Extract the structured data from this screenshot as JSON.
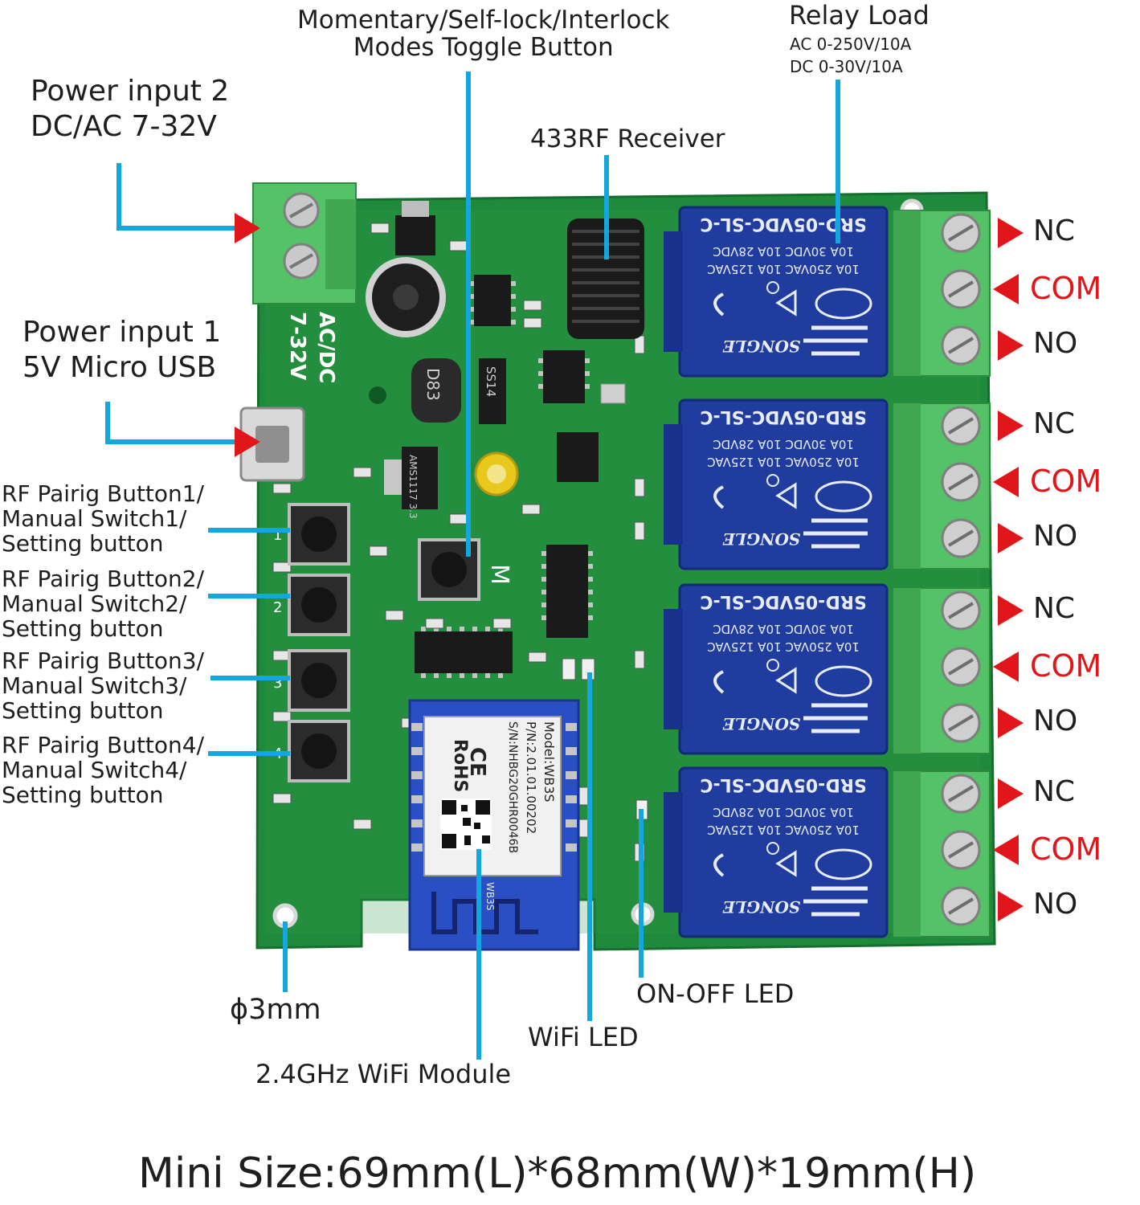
{
  "labels": {
    "toggle_button": "Momentary/Self-lock/Interlock\nModes Toggle Button",
    "relay_load_title": "Relay Load",
    "relay_load_ac": "AC 0-250V/10A",
    "relay_load_dc": "DC 0-30V/10A",
    "power_input_2": "Power input 2\nDC/AC 7-32V",
    "rf_receiver": "433RF Receiver",
    "power_input_1": "Power input 1\n5V Micro USB",
    "rf_button_1": "RF Pairig Button1/\nManual Switch1/\nSetting button",
    "rf_button_2": "RF Pairig Button2/\nManual Switch2/\nSetting button",
    "rf_button_3": "RF Pairig Button3/\nManual Switch3/\nSetting button",
    "rf_button_4": "RF Pairig Button4/\nManual Switch4/\nSetting button",
    "mounting_hole": "ɸ3mm",
    "wifi_module": "2.4GHz WiFi Module",
    "wifi_led": "WiFi LED",
    "on_off_led": "ON-OFF LED",
    "size": "Mini Size:69mm(L)*68mm(W)*19mm(H)"
  },
  "relays": [
    {
      "nc": "NC",
      "com": "COM",
      "no": "NO"
    },
    {
      "nc": "NC",
      "com": "COM",
      "no": "NO"
    },
    {
      "nc": "NC",
      "com": "COM",
      "no": "NO"
    },
    {
      "nc": "NC",
      "com": "COM",
      "no": "NO"
    }
  ],
  "board": {
    "power_silk": "AC/DC\n7-32V",
    "relay_marking": "SRD-05VDC-SL-C",
    "relay_brand": "SONGLE",
    "relay_rating_1": "10A 250VAC 10A 125VAC",
    "relay_rating_2": "10A 30VDC 10A 28VDC",
    "module_model": "Model:WB3S",
    "module_pn": "P/N:2.01.01.00202",
    "module_sn": "S/N:NHBG20GHR0046B",
    "module_rohs": "RoHS",
    "module_ce": "CE",
    "module_base": "WB3S",
    "inductor": "D83",
    "diode": "SS14",
    "regulator": "AMS1117 3.3",
    "mode_button_silk": "M",
    "button_numbers": [
      "1",
      "2",
      "3",
      "4"
    ]
  },
  "colors": {
    "pcb": "#1f8a3c",
    "terminal": "#54c266",
    "relay": "#1f3c9e",
    "leader": "#14a6df",
    "arrow": "#e0161b",
    "com_text": "#e0161b"
  }
}
